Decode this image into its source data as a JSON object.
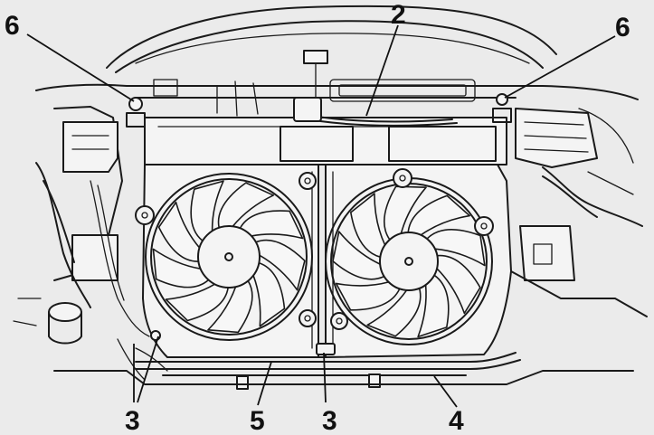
{
  "callouts": [
    {
      "id": "c6-left",
      "label": "6"
    },
    {
      "id": "c2",
      "label": "2"
    },
    {
      "id": "c6-right",
      "label": "6"
    },
    {
      "id": "c3-left",
      "label": "3"
    },
    {
      "id": "c5",
      "label": "5"
    },
    {
      "id": "c3-mid",
      "label": "3"
    },
    {
      "id": "c4",
      "label": "4"
    }
  ],
  "colors": {
    "ink": "#1a1a1a",
    "background": "#ebebeb"
  }
}
